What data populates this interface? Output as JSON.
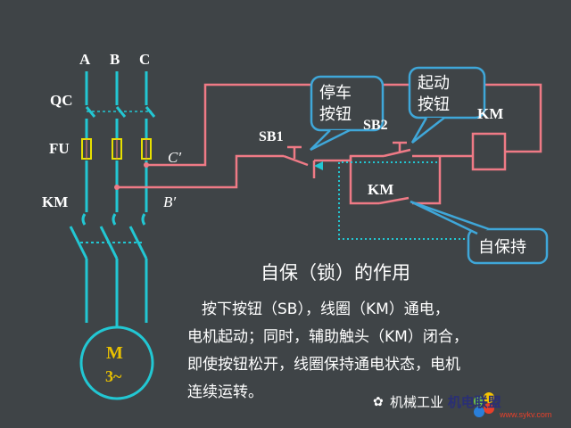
{
  "labels": {
    "phase_a": "A",
    "phase_b": "B",
    "phase_c": "C",
    "qc": "QC",
    "fu": "FU",
    "km_main": "KM",
    "c_prime": "C′",
    "b_prime": "B′",
    "motor_m": "M",
    "motor_3": "3~",
    "sb1": "SB1",
    "sb2": "SB2",
    "km_coil": "KM",
    "km_aux": "KM"
  },
  "callouts": {
    "stop_line1": "停车",
    "stop_line2": "按钮",
    "start_line1": "起动",
    "start_line2": "按钮",
    "self_hold": "自保持"
  },
  "heading": "自保（锁）的作用",
  "description": [
    "按下按钮（SB），线圈（KM）通电，",
    "电机起动；同时，辅助触头（KM）闭合，",
    "即使按钮松开，线圈保持通电状态，电机",
    "连续运转。"
  ],
  "watermark": {
    "text": "机械工业",
    "brand": "机电联盟",
    "url": "www.sykv.com"
  },
  "colors": {
    "background": "#3f4447",
    "power_line": "#22c7d3",
    "control_line": "#ef7a86",
    "callout_border": "#3fa7d9",
    "fuse_fill": "#e8e000"
  }
}
